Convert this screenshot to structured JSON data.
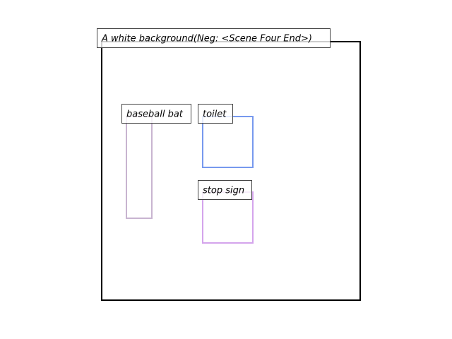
{
  "scene": {
    "caption": "A white background(Neg: <Scene Four End>)",
    "frame_color": "#000000",
    "background_color": "#ffffff"
  },
  "objects": [
    {
      "label": "baseball bat",
      "color": "#c8b4d0"
    },
    {
      "label": "toilet",
      "color": "#7799ee"
    },
    {
      "label": "stop sign",
      "color": "#d4a4ec"
    }
  ]
}
